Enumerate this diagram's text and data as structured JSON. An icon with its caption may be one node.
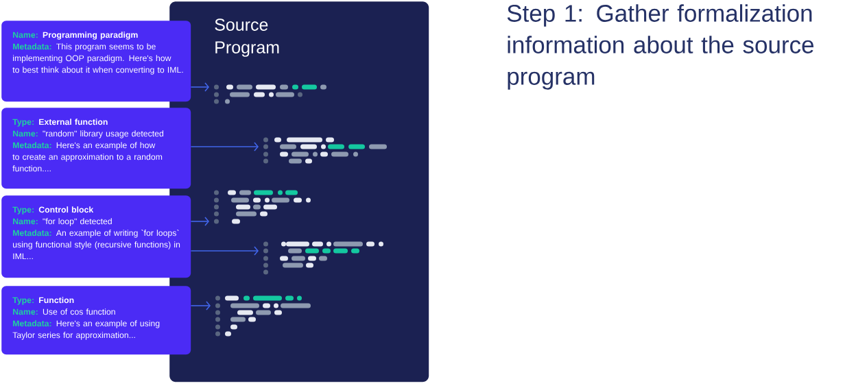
{
  "diagram": {
    "title": "Step 1: Gather formalization information about the source program",
    "nodes": [
      {
        "text": [
          "Source Program"
        ]
      },
      {
        "text": [
          "Name:",
          "Programming paradigm",
          "Metadata:",
          "This program seems to be implementing OOP paradigm. Here's how to best think about it when converting to IML."
        ]
      },
      {
        "text": [
          "Type:",
          "External function",
          "Name:",
          "\"random\" library usage detected",
          "Metadata:",
          "Here's an example of how to create an approximation to a random function...."
        ]
      },
      {
        "text": [
          "Type:",
          "Control block",
          "Name:",
          "\"for loop\" detected",
          "Metadata:",
          "An example of writing `for loops` using functional style (recursive functions) in IML..."
        ]
      },
      {
        "text": [
          "Type:",
          "Function",
          "Name:",
          "Use of cos function",
          "Metadata:",
          "Here's an example of using Taylor series for approximation..."
        ]
      },
      {
        "text": [],
        "shape": "picture",
        "in": 0
      },
      {
        "text": [],
        "shape": "picture",
        "in": 0
      },
      {
        "text": [],
        "shape": "picture",
        "in": 0
      },
      {
        "text": [],
        "shape": "picture",
        "in": 0
      },
      {
        "text": [],
        "shape": "picture",
        "in": 0
      }
    ],
    "edges": [
      {
        "from": 1,
        "to": 5,
        "arrow": "to"
      },
      {
        "from": 2,
        "to": 6,
        "arrow": "to"
      },
      {
        "from": 3,
        "to": 7,
        "arrow": "to"
      },
      {
        "from": 3,
        "to": 8,
        "arrow": "to"
      },
      {
        "from": 4,
        "to": 9,
        "arrow": "to"
      }
    ]
  }
}
